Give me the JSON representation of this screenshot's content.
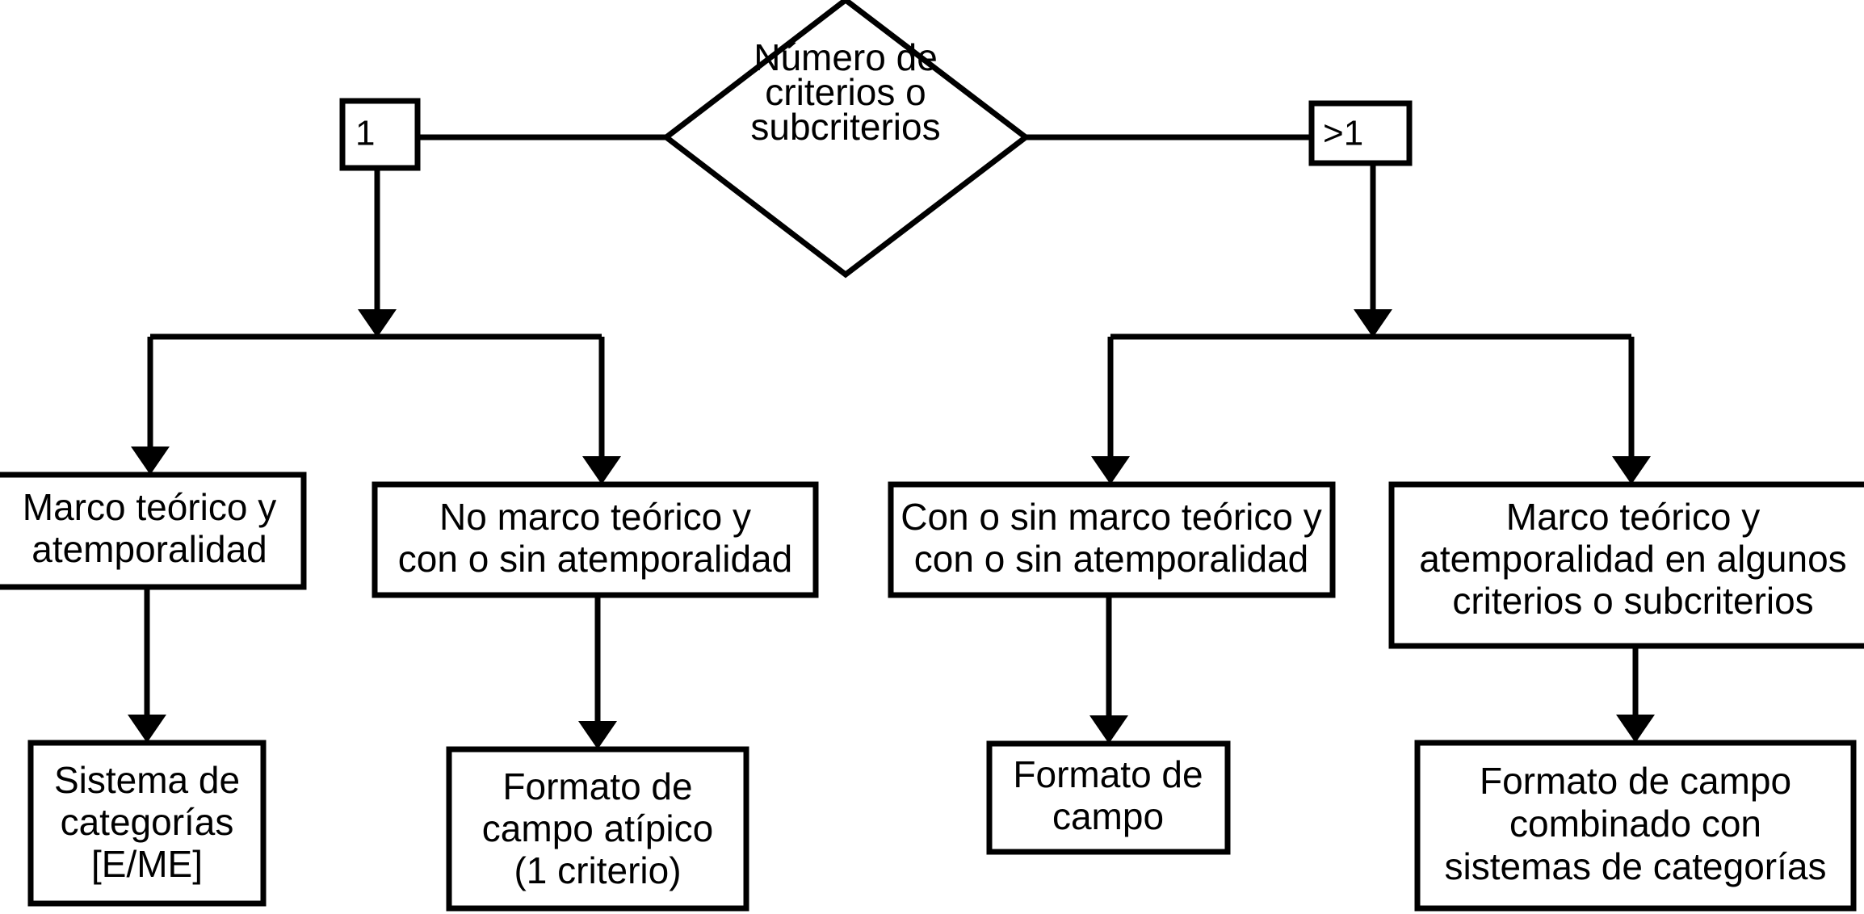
{
  "diagram": {
    "type": "flowchart",
    "language": "es",
    "background_color": "#ffffff",
    "line_color": "#000000",
    "text_color": "#000000",
    "decision": {
      "id": "decision-numero-criterios",
      "shape": "diamond",
      "lines": [
        "Número de",
        "criterios o",
        "subcriterios"
      ]
    },
    "branch_labels": [
      {
        "id": "branch-label-uno",
        "text": "1"
      },
      {
        "id": "branch-label-mayor-uno",
        "text": ">1"
      }
    ],
    "level2": [
      {
        "id": "node-marco-teorico-atemporalidad",
        "lines": [
          "Marco teórico y",
          "atemporalidad"
        ]
      },
      {
        "id": "node-no-marco-teorico",
        "lines": [
          "No marco teórico y",
          "con o sin atemporalidad"
        ]
      },
      {
        "id": "node-con-o-sin-marco-teorico",
        "lines": [
          "Con o sin marco teórico y",
          "con o sin atemporalidad"
        ]
      },
      {
        "id": "node-marco-teorico-algunos",
        "lines": [
          "Marco teórico y",
          "atemporalidad en algunos",
          "criterios o subcriterios"
        ]
      }
    ],
    "level3": [
      {
        "id": "node-sistema-categorias",
        "lines": [
          "Sistema de",
          "categorías",
          "[E/ME]"
        ]
      },
      {
        "id": "node-formato-campo-atipico",
        "lines": [
          "Formato de",
          "campo atípico",
          "(1 criterio)"
        ]
      },
      {
        "id": "node-formato-campo",
        "lines": [
          "Formato de",
          "campo"
        ]
      },
      {
        "id": "node-formato-campo-combinado",
        "lines": [
          "Formato de campo",
          "combinado con",
          "sistemas de categorías"
        ]
      }
    ]
  }
}
